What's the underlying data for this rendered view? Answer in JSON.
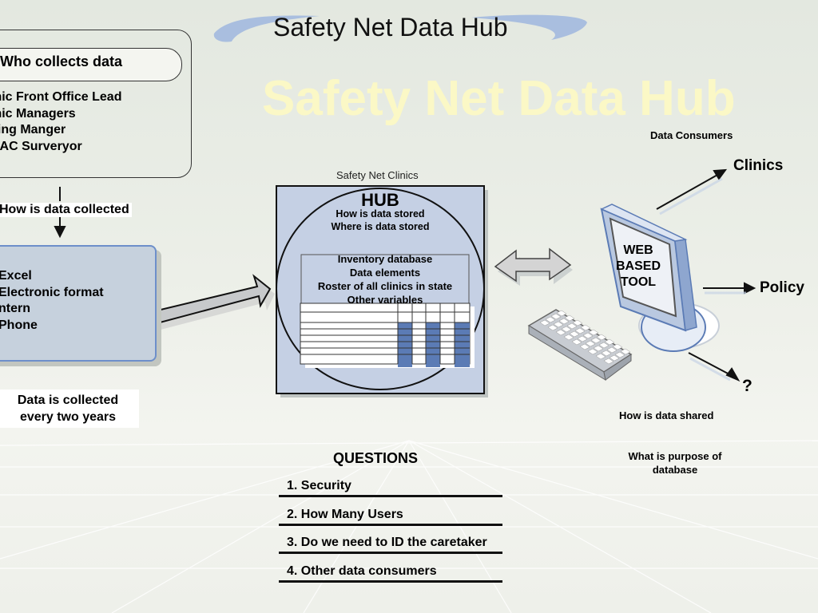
{
  "title": "Safety Net Data Hub",
  "watermark": "Safety Net Data Hub",
  "who_collects": {
    "heading": "Who collects data",
    "items": [
      "inic Front Office Lead",
      "inic Managers",
      "lling Manger",
      "NAC Surveryor"
    ]
  },
  "how_collected": "How is data collected",
  "methods": [
    "Excel",
    "Electronic format",
    "ntern",
    "Phone"
  ],
  "frequency": [
    "Data is  collected",
    "every two years"
  ],
  "hub": {
    "section_label": "Safety Net Clinics",
    "label": "HUB",
    "questions": [
      "How is data stored",
      "Where is data stored"
    ],
    "contents": [
      "Inventory database",
      "Data elements",
      "Roster of all clinics in state",
      "Other variables"
    ]
  },
  "consumers": {
    "label": "Data Consumers",
    "targets": [
      "Clinics",
      "Policy",
      "?"
    ],
    "tool": [
      "WEB",
      "BASED",
      "TOOL"
    ],
    "how_shared": "How is data shared",
    "purpose": [
      "What is purpose of",
      "database"
    ]
  },
  "questions": {
    "heading": "QUESTIONS",
    "items": [
      "1. Security",
      "2. How Many Users",
      "3. Do we need to ID the caretaker",
      "4. Other data consumers"
    ]
  },
  "colors": {
    "box_fill": "#c6d1dd",
    "box_border": "#6d8fca",
    "hub_fill": "#c5d0e4",
    "grid_blue": "#5b7bb5",
    "watermark": "#fbf8c6"
  }
}
